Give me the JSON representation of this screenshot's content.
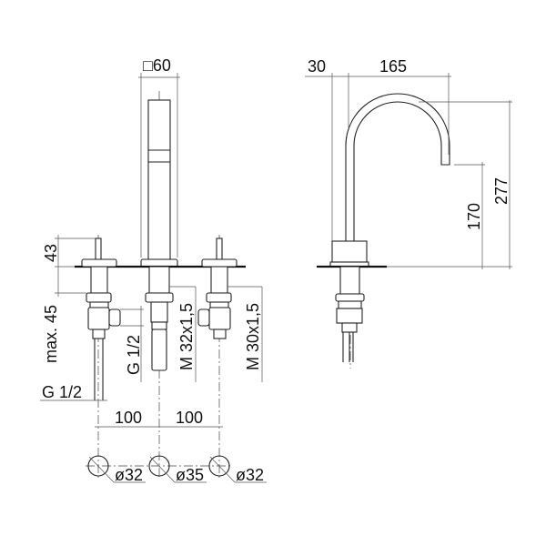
{
  "front_view": {
    "dim_square": "□60",
    "dim_height_above": "43",
    "dim_max_below": "max. 45",
    "dim_thread_valve": "G 1/2",
    "dim_thread_side": "G 1/2",
    "dim_thread_center": "M 32x1,5",
    "dim_thread_right": "M 30x1,5",
    "dim_spacing_left": "100",
    "dim_spacing_right": "100",
    "hole_left": "ø32",
    "hole_center": "ø35",
    "hole_right": "ø32"
  },
  "side_view": {
    "dim_offset": "30",
    "dim_reach": "165",
    "dim_outlet_height": "170",
    "dim_total_height": "277"
  }
}
